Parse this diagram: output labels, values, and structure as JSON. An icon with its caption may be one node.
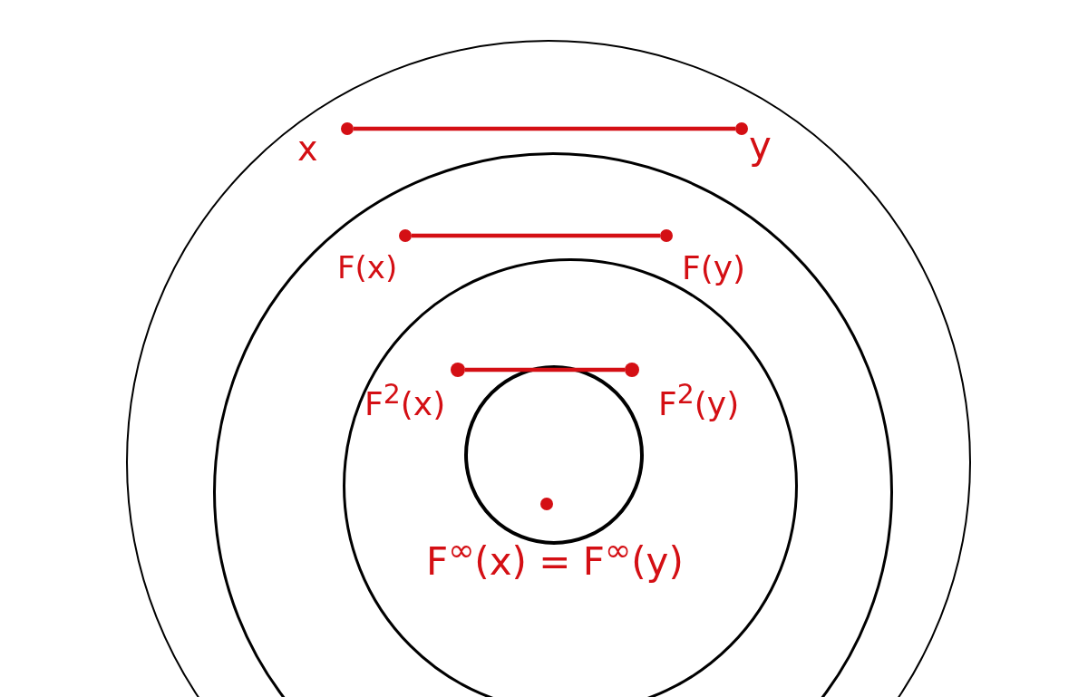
{
  "diagram": {
    "nodes": [
      {
        "text": [],
        "shape": "circle"
      },
      {
        "text": [],
        "shape": "circle",
        "in": 0
      },
      {
        "text": [],
        "shape": "circle",
        "in": 1
      },
      {
        "text": [],
        "shape": "circle",
        "in": 2
      },
      {
        "text": [],
        "shape": "circle",
        "in": 0,
        "beside": [
          "x"
        ]
      },
      {
        "text": [],
        "shape": "circle",
        "in": 0,
        "beside": [
          "y"
        ]
      },
      {
        "text": [],
        "shape": "circle",
        "in": 1,
        "beside": [
          "F(x)"
        ]
      },
      {
        "text": [],
        "shape": "circle",
        "in": 1,
        "beside": [
          "F(y)"
        ]
      },
      {
        "text": [],
        "shape": "circle",
        "in": 2,
        "beside": [
          "F$^{2}$(x)"
        ]
      },
      {
        "text": [],
        "shape": "circle",
        "in": 2,
        "beside": [
          "F$^{2}$(y)"
        ]
      },
      {
        "text": [],
        "shape": "circle",
        "in": 3,
        "beside": [
          "F$^{∞}$(x) = F$^{∞}$(y)"
        ]
      }
    ],
    "edges": [
      {
        "from": 4,
        "to": 5,
        "arrow": "none"
      },
      {
        "from": 6,
        "to": 7,
        "arrow": "none"
      },
      {
        "from": 8,
        "to": 9,
        "arrow": "none"
      }
    ]
  }
}
